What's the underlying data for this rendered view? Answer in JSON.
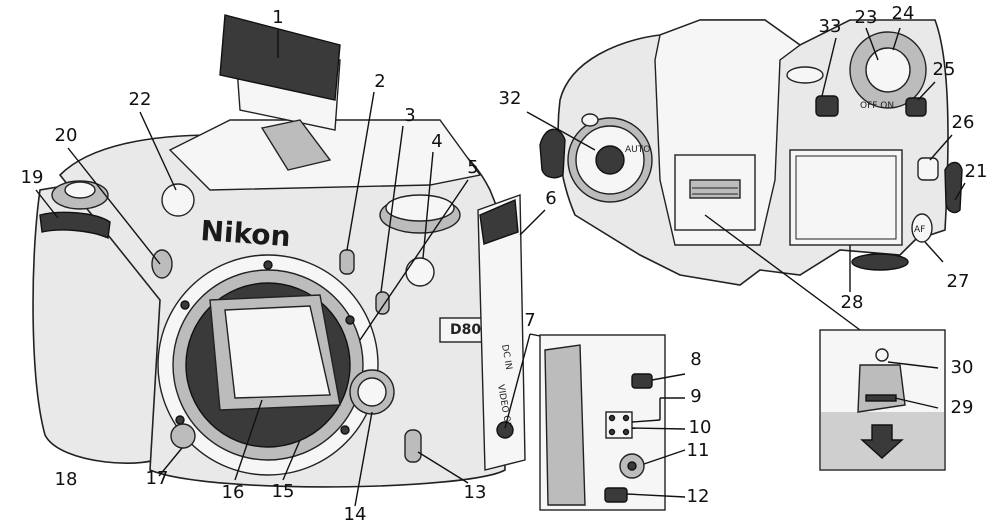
{
  "front_view": {
    "brand_text": "Nikon",
    "model_badge": "D80",
    "labels": [
      "1",
      "2",
      "3",
      "4",
      "5",
      "6",
      "7",
      "13",
      "14",
      "15",
      "16",
      "17",
      "18",
      "19",
      "20",
      "22"
    ]
  },
  "connector_panel": {
    "labels": [
      "8",
      "9",
      "10",
      "11",
      "12"
    ]
  },
  "top_view": {
    "dial_marks": {
      "auto": "AUTO",
      "power": "OFF ON"
    },
    "labels": [
      "21",
      "23",
      "24",
      "25",
      "26",
      "27",
      "28",
      "32",
      "33"
    ]
  },
  "inset": {
    "labels": [
      "29",
      "30"
    ]
  },
  "colors": {
    "ink": "#111111",
    "body": "#e9e9e9",
    "shadow": "#3a3a3a",
    "inset_bg": "#cfcfcf"
  }
}
